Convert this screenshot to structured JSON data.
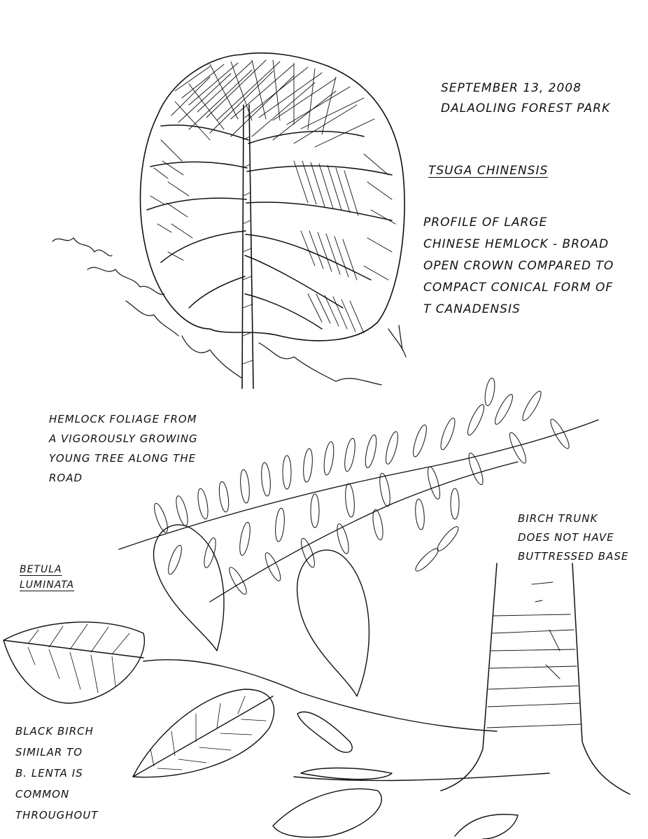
{
  "header": {
    "date": "SEPTEMBER 13, 2008",
    "location": "DALAOLING FOREST PARK"
  },
  "species_title": "TSUGA CHINENSIS",
  "hemlock_profile_note": [
    "PROFILE OF LARGE",
    "CHINESE HEMLOCK - BROAD",
    "OPEN CROWN COMPARED TO",
    "COMPACT CONICAL FORM OF",
    "T CANADENSIS"
  ],
  "foliage_note": [
    "HEMLOCK FOLIAGE FROM",
    "A VIGOROUSLY GROWING",
    "YOUNG TREE ALONG THE",
    "ROAD"
  ],
  "birch_trunk_note": [
    "BIRCH TRUNK",
    "DOES NOT HAVE",
    "BUTTRESSED BASE"
  ],
  "betula_title": [
    "BETULA",
    "LUMINATA"
  ],
  "black_birch_note": [
    "BLACK BIRCH",
    "SIMILAR TO",
    "B. LENTA IS",
    "COMMON",
    "THROUGHOUT"
  ],
  "colors": {
    "ink": "#111111",
    "paper": "#ffffff"
  }
}
